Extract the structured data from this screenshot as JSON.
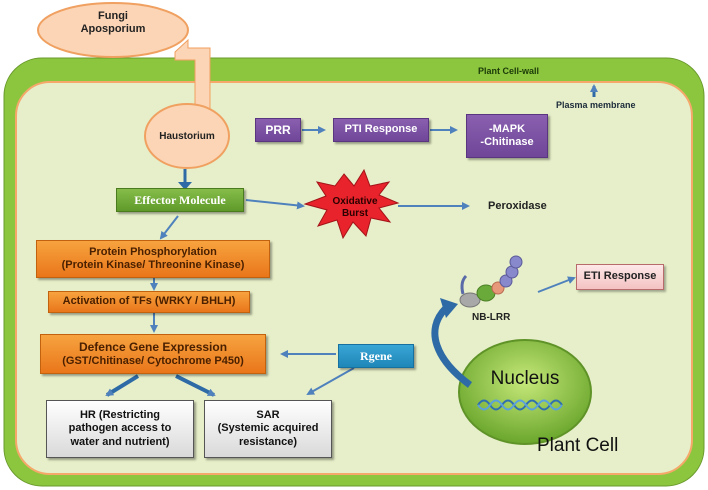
{
  "pathogen": {
    "line1": "Fungi",
    "line2": "Aposporium"
  },
  "cell_wall_label": "Plant Cell-wall",
  "plasma_membrane_label": "Plasma membrane",
  "haustorium_label": "Haustorium",
  "prr_label": "PRR",
  "pti_response_label": "PTI Response",
  "mapk_box": {
    "line1": "-MAPK",
    "line2": "-Chitinase"
  },
  "effector_label": "Effector Molecule",
  "oxidative_burst": {
    "line1": "Oxidative",
    "line2": "Burst"
  },
  "peroxidase_label": "Peroxidase",
  "protein_phosphorylation": {
    "line1": "Protein Phosphorylation",
    "line2": "(Protein Kinase/ Threonine Kinase)"
  },
  "activation_tfs_label": "Activation of TFs  (WRKY / BHLH)",
  "defence_gene": {
    "line1": "Defence Gene Expression",
    "line2": "(GST/Chitinase/ Cytochrome P450)"
  },
  "rgene_label": "Rgene",
  "nb_lrr_label": "NB-LRR",
  "eti_response_label": "ETI Response",
  "nucleus_label": "Nucleus",
  "plant_cell_label": "Plant Cell",
  "hr": {
    "line1": "HR (Restricting",
    "line2": "pathogen access to",
    "line3": "water and nutrient)"
  },
  "sar": {
    "line1": "SAR",
    "line2": "(Systemic acquired",
    "line3": "resistance)"
  },
  "colors": {
    "cell_wall": "#8cc63f",
    "cytoplasm": "#e6efc9",
    "pathogen": "#fbd5b5",
    "arrow": "#4f81bd"
  }
}
